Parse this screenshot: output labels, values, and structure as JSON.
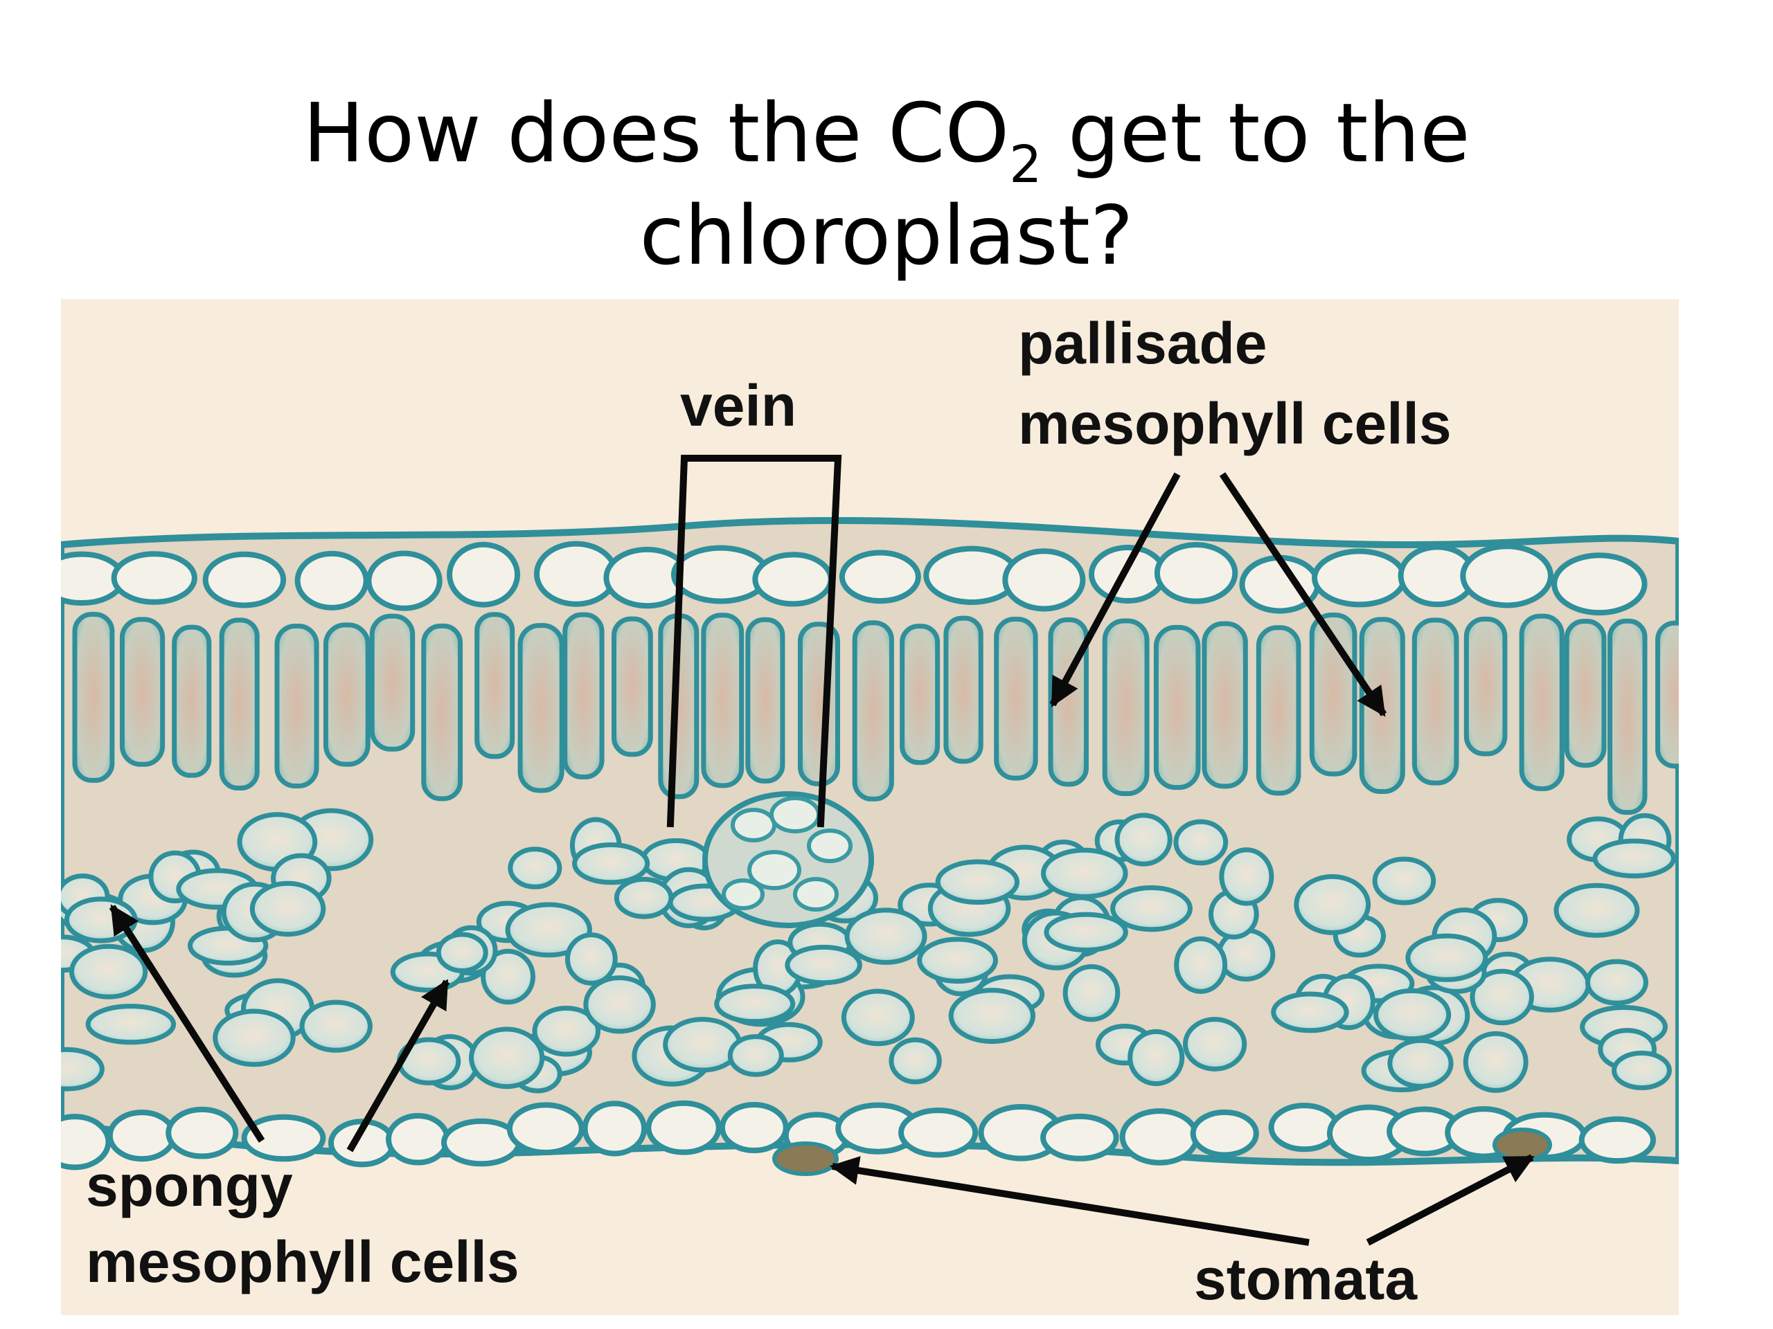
{
  "title": {
    "line1_before": "How does the CO",
    "subscript": "2",
    "line1_after": " get to the",
    "line2": "chloroplast?"
  },
  "labels": {
    "vein": "vein",
    "pallisade": [
      "pallisade",
      "mesophyll cells"
    ],
    "spongy": [
      "spongy",
      "mesophyll cells"
    ],
    "stomata": "stomata"
  },
  "colors": {
    "background": "#ffffff",
    "micrograph_background": "#f8ecdc",
    "cell_wall": "#2f8f9a",
    "cell_fill": "#cfe3dc",
    "cytoplasm": "#c79e87",
    "arrow": "#0a0a0a"
  }
}
